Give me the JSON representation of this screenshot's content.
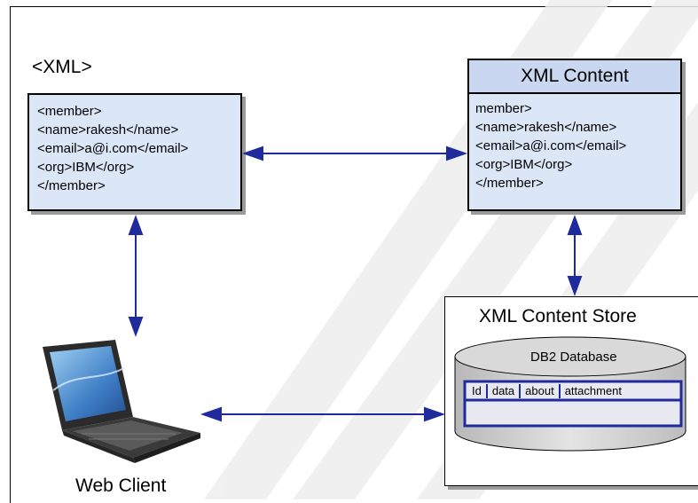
{
  "diagram": {
    "xml_tag_label": "<XML>",
    "xml_source_lines": [
      "<member>",
      "<name>rakesh</name>",
      "<email>a@i.com</email>",
      "<org>IBM</org>",
      "</member>"
    ],
    "content_panel": {
      "title": "XML Content",
      "lines": [
        "member>",
        "<name>rakesh</name>",
        "<email>a@i.com</email>",
        "<org>IBM</org>",
        "</member>"
      ]
    },
    "store": {
      "title": "XML Content Store",
      "database_label": "DB2 Database",
      "columns": [
        "Id",
        "data",
        "about",
        "attachment"
      ]
    },
    "client_label": "Web Client",
    "colors": {
      "box_fill": "#dbe6f7",
      "arrow": "#1f2b9c",
      "watermark": "#e6e6e6"
    },
    "icons": [
      "laptop-icon",
      "database-cylinder-icon"
    ]
  }
}
